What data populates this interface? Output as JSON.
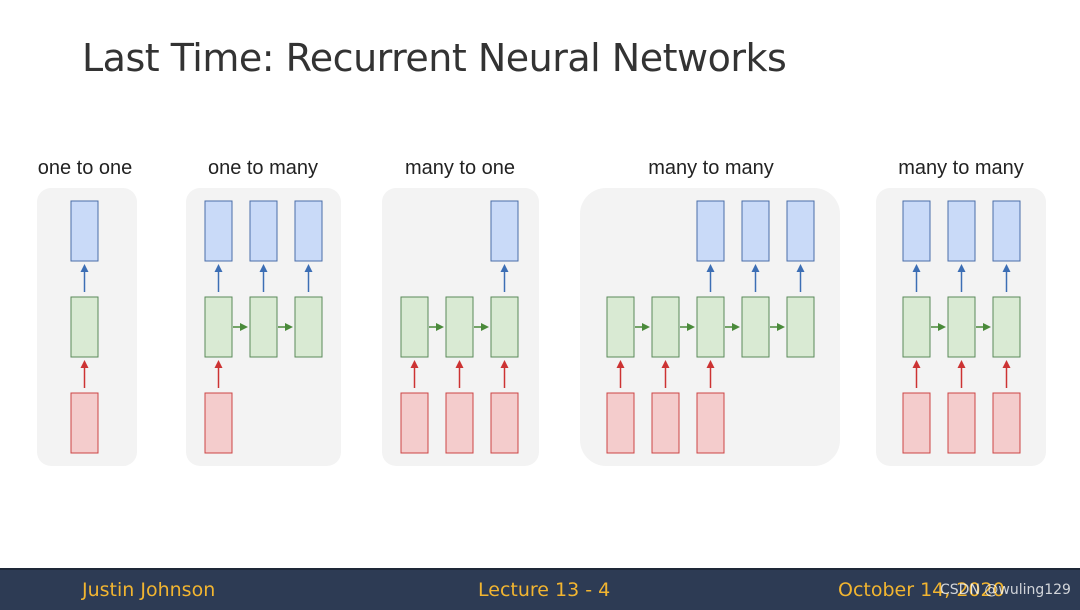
{
  "slide": {
    "title": "Last Time: Recurrent Neural Networks"
  },
  "panels": [
    {
      "label": "one to one"
    },
    {
      "label": "one to many"
    },
    {
      "label": "many to one"
    },
    {
      "label": "many to many"
    },
    {
      "label": "many to many"
    }
  ],
  "colors": {
    "input_fill": "#f4cccc",
    "input_stroke": "#cc4444",
    "hidden_fill": "#d9ead3",
    "hidden_stroke": "#5a8a5a",
    "output_fill": "#c9daf8",
    "output_stroke": "#4a6ea8",
    "arrow_up_input": "#cc3333",
    "arrow_up_output": "#3c6eb4",
    "arrow_recurrent": "#4a8a3a",
    "panel_bg": "#f3f3f3"
  },
  "footer": {
    "author": "Justin Johnson",
    "lecture": "Lecture 13 - 4",
    "date": "October 14, 2020",
    "watermark": "CSDN @wuling129"
  }
}
